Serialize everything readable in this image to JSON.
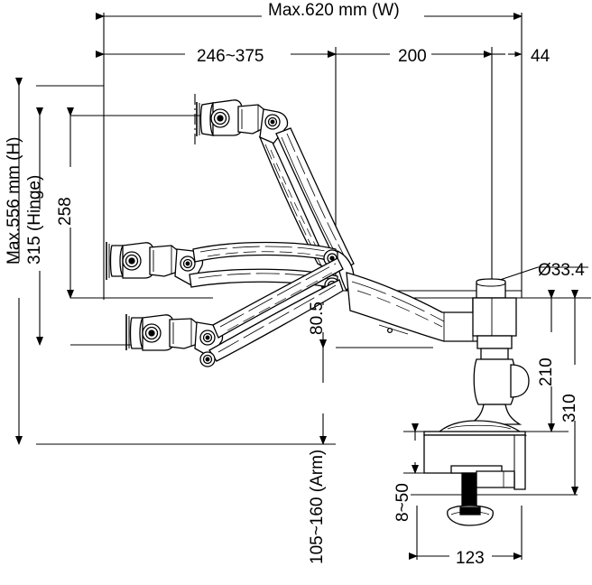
{
  "drawing": {
    "title": "Monitor arm side elevation with dimensions",
    "units": "mm",
    "line_color": "#000000",
    "background": "#ffffff"
  },
  "dimensions": {
    "overall_width": "Max.620 mm (W)",
    "arm_reach_range": "246~375",
    "extension_arm": "200",
    "head_offset": "44",
    "overall_height": "Max.556 mm (H)",
    "hinge_height": "315 (Hinge)",
    "hinge_travel": "258",
    "arm_drop": "80.5",
    "arm_height_range": "105~160 (Arm)",
    "post_diameter": "Ø33.4",
    "post_height_upper": "210",
    "post_height_total": "310",
    "clamp_range": "8~50",
    "clamp_depth": "123"
  },
  "chart_data": {
    "type": "table",
    "title": "Monitor arm dimension drawing (mm)",
    "categories": [
      "Max.620 mm (W)",
      "246~375",
      "200",
      "44",
      "Max.556 mm (H)",
      "315 (Hinge)",
      "258",
      "80.5",
      "105~160 (Arm)",
      "Ø33.4",
      "210",
      "310",
      "8~50",
      "123"
    ],
    "values": [
      620,
      375,
      200,
      44,
      556,
      315,
      258,
      80.5,
      160,
      33.4,
      210,
      310,
      50,
      123
    ],
    "xlabel": "",
    "ylabel": "millimetres"
  }
}
